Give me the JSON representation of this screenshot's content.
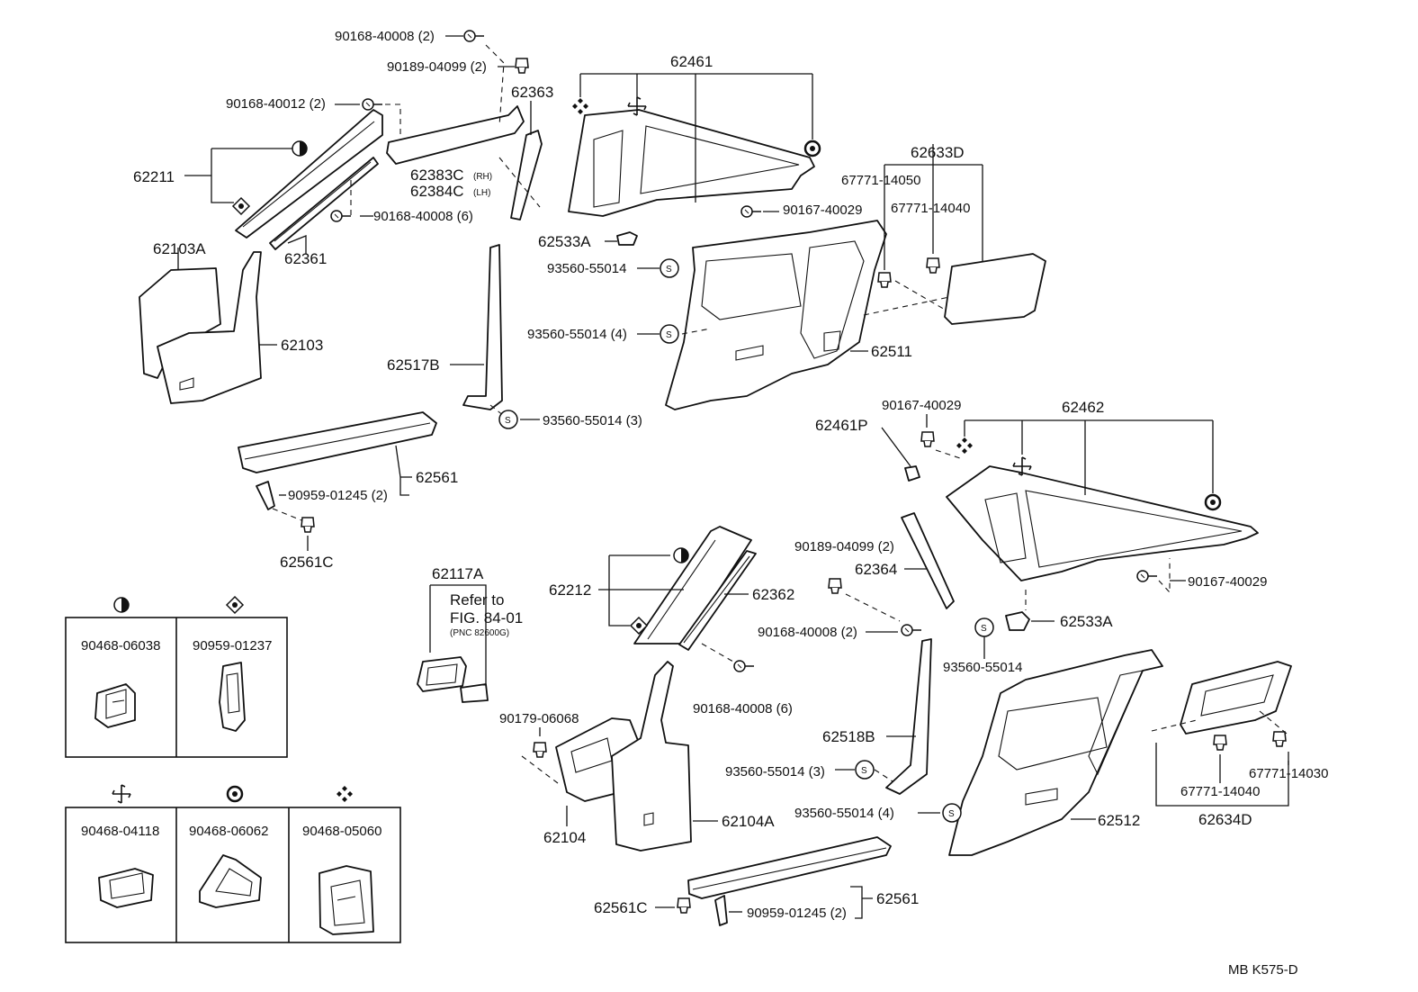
{
  "labels": {
    "p90168_40008_2a": "90168-40008 (2)",
    "p90189_04099_2a": "90189-04099 (2)",
    "p90168_40012_2": "90168-40012 (2)",
    "p62363": "62363",
    "p62461": "62461",
    "p62211": "62211",
    "p62383c": "62383C",
    "p62383c_rh": "(RH)",
    "p62384c": "62384C",
    "p62384c_lh": "(LH)",
    "p90168_40008_6a": "90168-40008 (6)",
    "p62361": "62361",
    "p62103a": "62103A",
    "p62103": "62103",
    "p62633d": "62633D",
    "p67771_14050": "67771-14050",
    "p67771_14040a": "67771-14040",
    "p90167_40029a": "90167-40029",
    "p62533a_a": "62533A",
    "p93560_55014a": "93560-55014",
    "p93560_55014_4a": "93560-55014 (4)",
    "p62511": "62511",
    "p62517b": "62517B",
    "p93560_55014_3a": "93560-55014 (3)",
    "p62561a": "62561",
    "p90959_01245_2a": "90959-01245 (2)",
    "p62561c_a": "62561C",
    "p90167_40029b": "90167-40029",
    "p62461p": "62461P",
    "p62462": "62462",
    "p62117a": "62117A",
    "refer1": "Refer to",
    "refer2": "FIG. 84-01",
    "refer3": "(PNC 82600G)",
    "p62212": "62212",
    "p62362": "62362",
    "p90189_04099_2b": "90189-04099 (2)",
    "p62364": "62364",
    "p90167_40029c": "90167-40029",
    "p90168_40008_2b": "90168-40008 (2)",
    "p62533a_b": "62533A",
    "p93560_55014b": "93560-55014",
    "p90168_40008_6b": "90168-40008 (6)",
    "p90179_06068": "90179-06068",
    "p62518b": "62518B",
    "p93560_55014_3b": "93560-55014 (3)",
    "p93560_55014_4b": "93560-55014 (4)",
    "p62104": "62104",
    "p62104a": "62104A",
    "p62512": "62512",
    "p67771_14030": "67771-14030",
    "p67771_14040b": "67771-14040",
    "p62634d": "62634D",
    "p62561c_b": "62561C",
    "p90959_01245_2b": "90959-01245 (2)",
    "p62561b": "62561",
    "clip_90468_06038": "90468-06038",
    "clip_90959_01237": "90959-01237",
    "clip_90468_04118": "90468-04118",
    "clip_90468_06062": "90468-06062",
    "clip_90468_05060": "90468-05060",
    "code": "MB  K575-D",
    "s": "S"
  },
  "icons": {
    "half_circle": "half-filled-circle-icon",
    "diamond": "diamond-dot-icon",
    "pinwheel": "pinwheel-icon",
    "target": "target-circle-icon",
    "quad_diamond": "four-diamond-icon"
  }
}
